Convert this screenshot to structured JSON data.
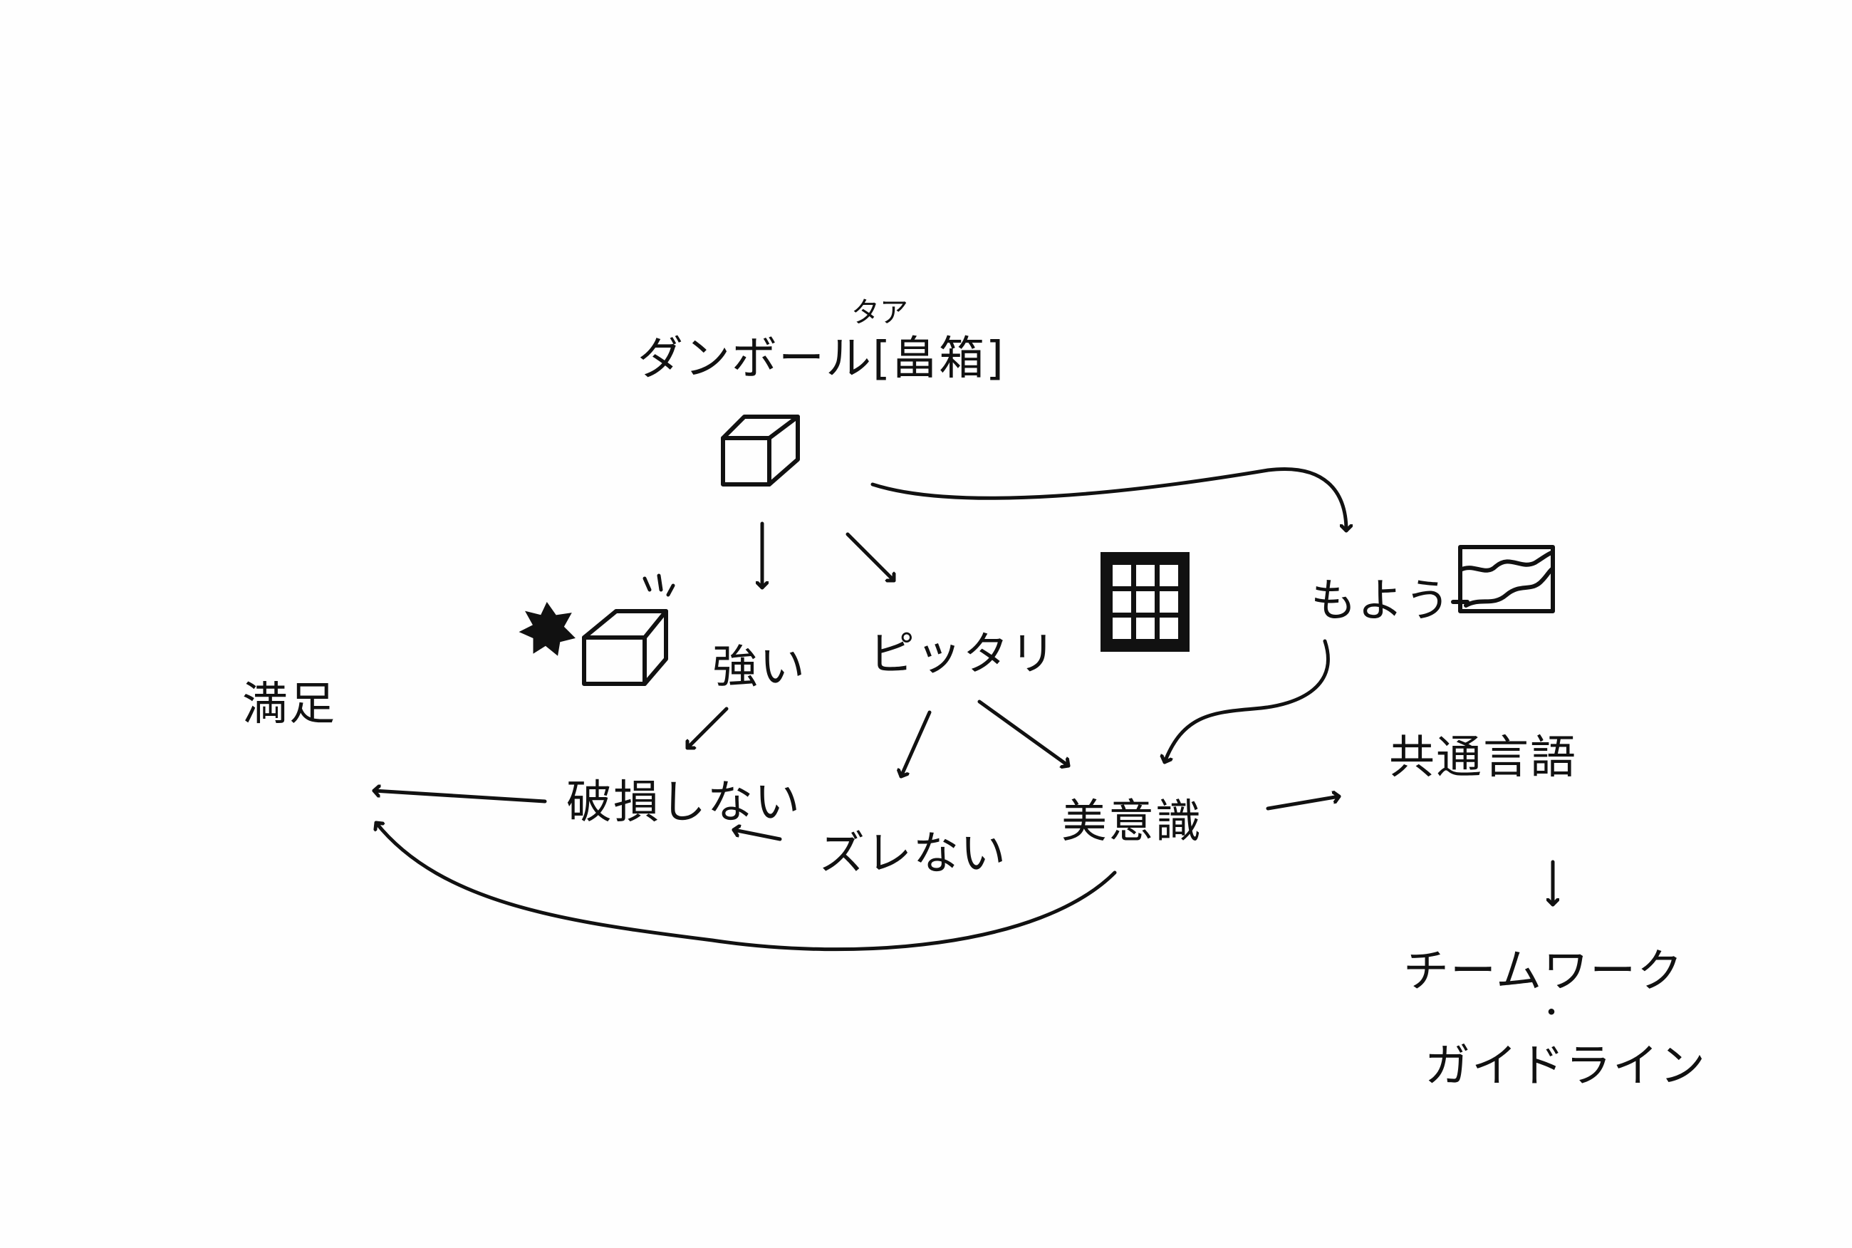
{
  "diagram": {
    "nodes": {
      "title": "ダンボール[畠箱]",
      "title_ruby": "タア",
      "strong": "強い",
      "fit": "ピッタリ",
      "pattern": "もよう",
      "no_damage": "破損しない",
      "no_shift": "ズレない",
      "aesthetic": "美意識",
      "shared_language": "共通言語",
      "teamwork": "チームワーク",
      "guideline": "ガイドライン",
      "satisfaction": "満足"
    },
    "icons": {
      "box": "cardboard-box-icon",
      "impact_box": "impact-box-icon",
      "grid_window": "grid-window-icon",
      "pattern_card": "pattern-card-icon"
    },
    "colors": {
      "ink": "#111111",
      "paper": "#fefefe"
    }
  }
}
